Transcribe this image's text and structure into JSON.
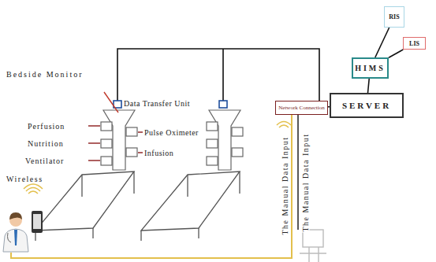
{
  "diagram": {
    "nodes": [
      {
        "text": [
          "RIS"
        ]
      },
      {
        "text": [
          "LIS"
        ]
      },
      {
        "text": [
          "HIMS"
        ]
      },
      {
        "text": [
          "Network Connection"
        ]
      },
      {
        "text": [
          "SERVER"
        ]
      }
    ],
    "edges": [
      {
        "from": 3,
        "to": 4,
        "arrow": "none"
      },
      {
        "from": 4,
        "to": 2,
        "arrow": "none"
      },
      {
        "from": 2,
        "to": 0,
        "arrow": "none"
      },
      {
        "from": 2,
        "to": 1,
        "arrow": "none"
      }
    ],
    "labels": [
      "Bedside Monitor",
      "Data Transfer Unit",
      "Perfusion",
      "Nutrition",
      "Ventilator",
      "Pulse Oximeter",
      "Infusion",
      "Wireless",
      "The Manual Data Input",
      "The Manual Data Input"
    ]
  }
}
